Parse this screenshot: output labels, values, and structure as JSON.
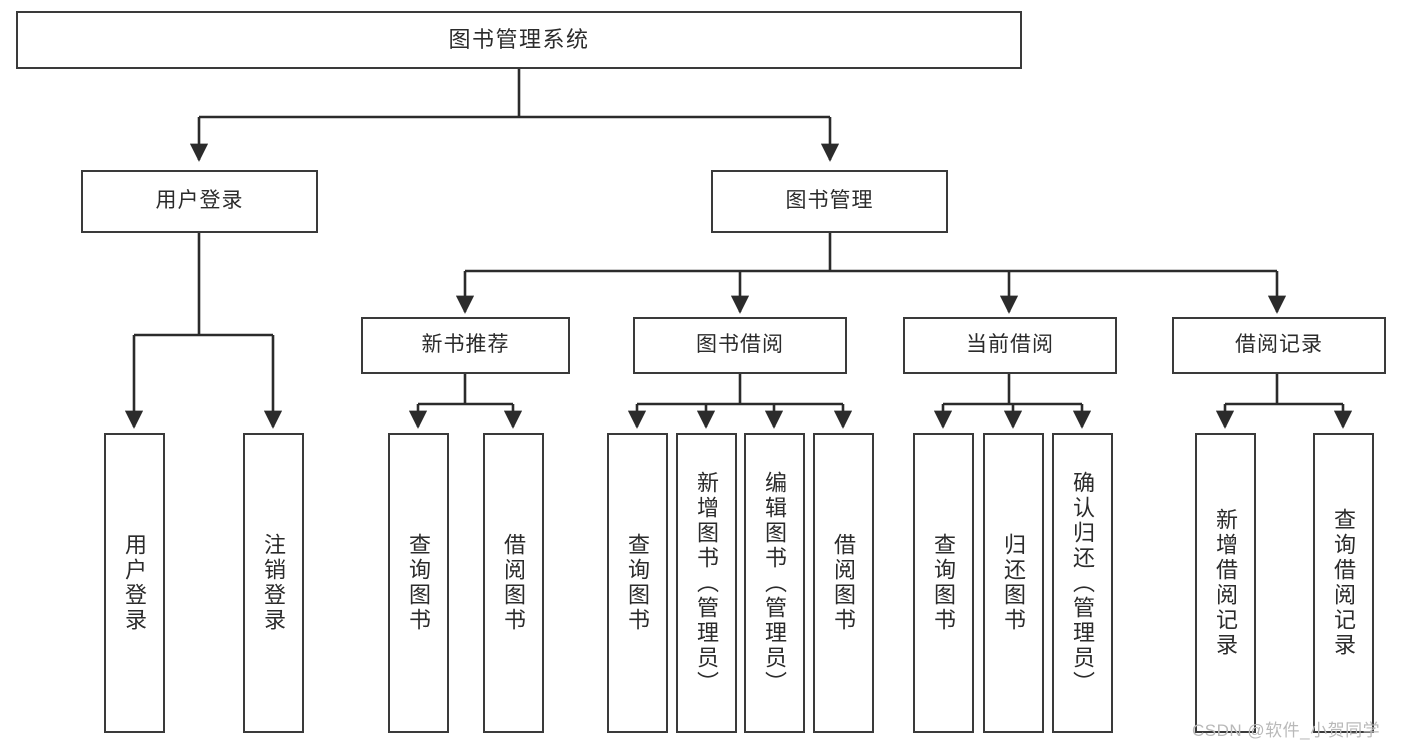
{
  "diagram": {
    "title": "图书管理系统",
    "type": "功能结构图",
    "colors": {
      "background": "#ffffff",
      "box_border": "#3a3a3a",
      "box_fill": "#ffffff",
      "text": "#2b2b2b",
      "connector": "#2b2b2b",
      "watermark": "#b9b9b9"
    }
  },
  "root": {
    "label": "图书管理系统"
  },
  "level1": [
    {
      "id": "user-login",
      "label": "用户登录"
    },
    {
      "id": "book-management",
      "label": "图书管理"
    }
  ],
  "level2": [
    {
      "id": "new-book-recommend",
      "label": "新书推荐",
      "parent": "book-management"
    },
    {
      "id": "book-borrow",
      "label": "图书借阅",
      "parent": "book-management"
    },
    {
      "id": "current-borrow",
      "label": "当前借阅",
      "parent": "book-management"
    },
    {
      "id": "borrow-record",
      "label": "借阅记录",
      "parent": "book-management"
    }
  ],
  "leaves": {
    "user_login": [
      {
        "id": "leaf-user-login",
        "label": "用户登录"
      },
      {
        "id": "leaf-user-logout",
        "label": "注销登录"
      }
    ],
    "new_book_recommend": [
      {
        "id": "leaf-query-book-1",
        "label": "查询图书"
      },
      {
        "id": "leaf-borrow-book-1",
        "label": "借阅图书"
      }
    ],
    "book_borrow": [
      {
        "id": "leaf-query-book-2",
        "label": "查询图书"
      },
      {
        "id": "leaf-add-book",
        "label": "新增图书（管理员）"
      },
      {
        "id": "leaf-edit-book",
        "label": "编辑图书（管理员）"
      },
      {
        "id": "leaf-borrow-book-2",
        "label": "借阅图书"
      }
    ],
    "current_borrow": [
      {
        "id": "leaf-query-book-3",
        "label": "查询图书"
      },
      {
        "id": "leaf-return-book",
        "label": "归还图书"
      },
      {
        "id": "leaf-confirm-return",
        "label": "确认归还（管理员）"
      }
    ],
    "borrow_record": [
      {
        "id": "leaf-add-record",
        "label": "新增借阅记录"
      },
      {
        "id": "leaf-query-record",
        "label": "查询借阅记录"
      }
    ]
  },
  "watermark": {
    "text": "CSDN @软件_小贺同学"
  }
}
